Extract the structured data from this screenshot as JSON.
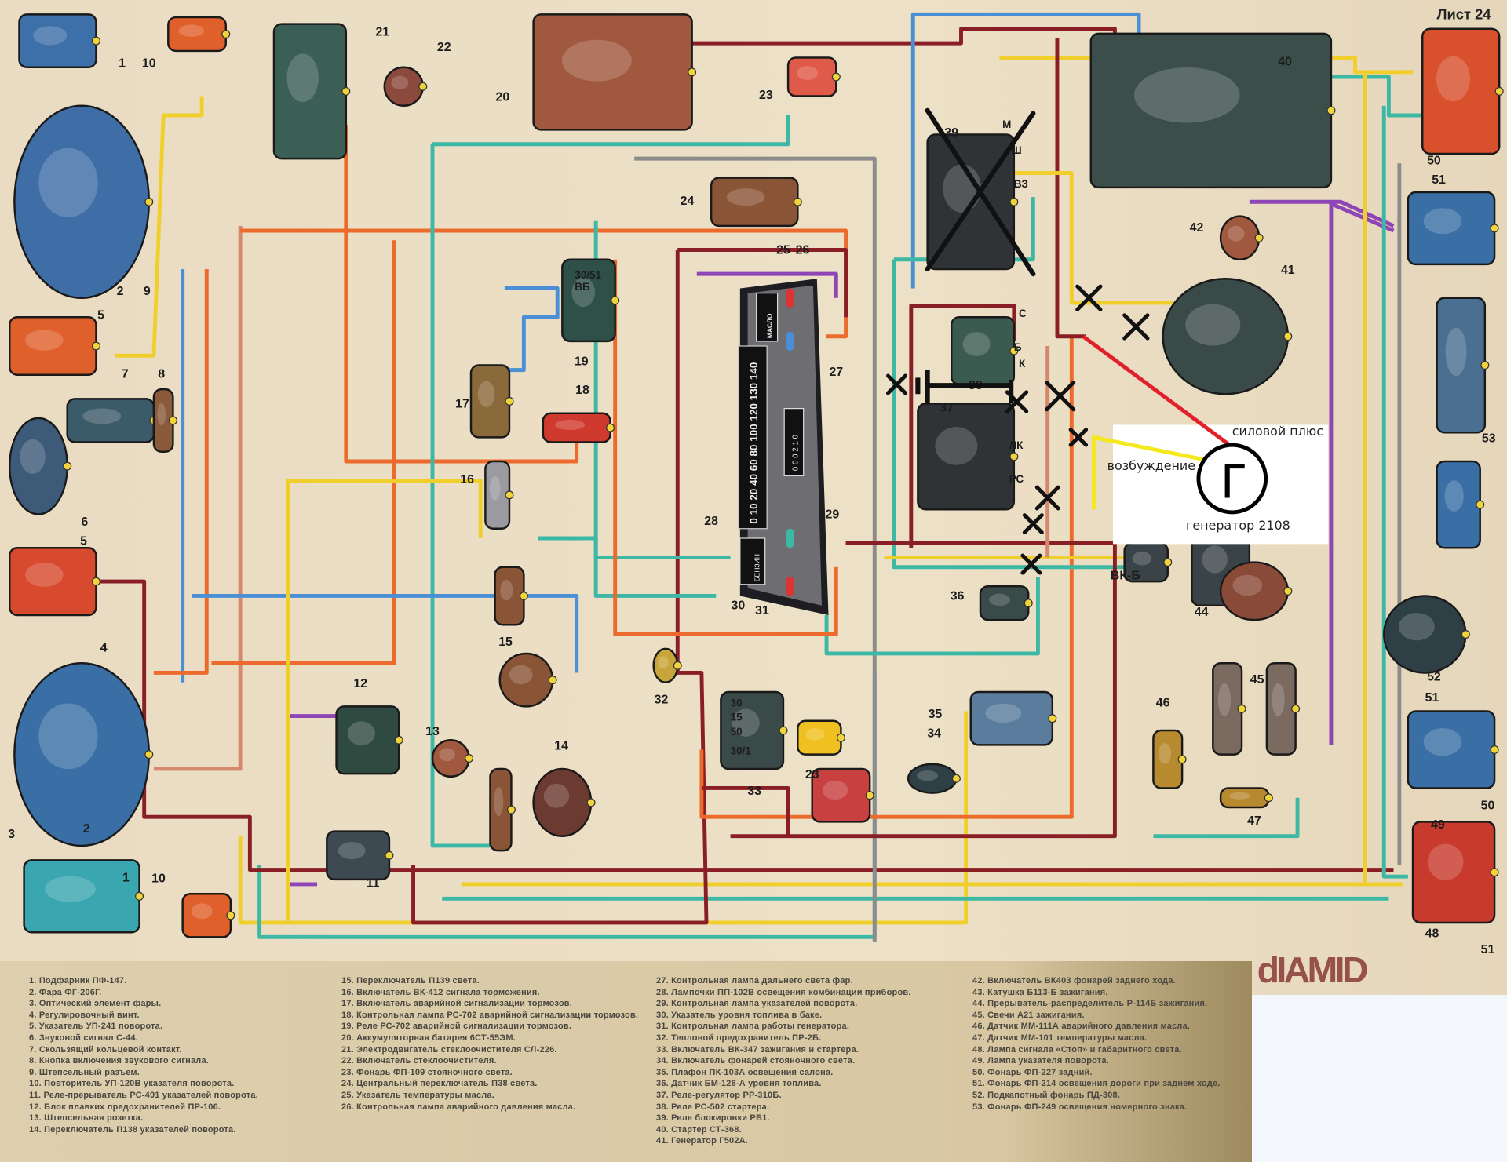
{
  "sheet_label": "Лист 24",
  "watermark": "dIAMID",
  "wire_colors": {
    "yellow": "#f0cf2c",
    "orange": "#ec6a2c",
    "darkred": "#8a1e26",
    "teal": "#3db8a4",
    "blue": "#4b8fd6",
    "purple": "#8e45b6",
    "tan": "#d4886c",
    "gray": "#8c8c8c"
  },
  "component_labels": [
    "1",
    "10",
    "2",
    "9",
    "5",
    "7",
    "8",
    "6",
    "5",
    "4",
    "3",
    "2",
    "1",
    "10",
    "21",
    "22",
    "20",
    "23",
    "24",
    "25",
    "26",
    "19",
    "17",
    "18",
    "16",
    "15",
    "12",
    "13",
    "14",
    "11",
    "27",
    "28",
    "29",
    "30",
    "31",
    "32",
    "33",
    "23",
    "34",
    "35",
    "36",
    "39",
    "38",
    "37",
    "40",
    "41",
    "42",
    "44",
    "45",
    "46",
    "47",
    "48",
    "49",
    "50",
    "51",
    "52",
    "53",
    "51",
    "50",
    "51",
    "ВК-Б"
  ],
  "terminal_labels": [
    "М",
    "Ш",
    "ВЗ",
    "С",
    "Б",
    "К",
    "ЛК",
    "РС",
    "30/51",
    "ВБ",
    "30",
    "15",
    "50",
    "30/1"
  ],
  "instrument_cluster": {
    "oil_gauge": "МАСЛО",
    "fuel_gauge": "БЕНЗИН",
    "speed_scale": "0 10 20 40 60 80 100 120 130 140",
    "odometer": "0 0 0 2 1 0"
  },
  "annotation": {
    "power_plus": "силовой плюс",
    "excitation": "возбуждение",
    "generator_symbol": "Г",
    "generator_name": "генератор 2108"
  },
  "legend": {
    "columns": [
      [
        "1. Подфарник ПФ-147.",
        "2. Фара ФГ-206Г.",
        "3. Оптический элемент фары.",
        "4. Регулировочный винт.",
        "5. Указатель УП-241 поворота.",
        "6. Звуковой сигнал С-44.",
        "7. Скользящий кольцевой контакт.",
        "8. Кнопка включения звукового сигнала.",
        "9. Штепсельный разъем.",
        "10. Повторитель УП-120В указателя поворота.",
        "11. Реле-прерыватель РС-491 указателей поворота.",
        "12. Блок плавких предохранителей ПР-106.",
        "13. Штепсельная розетка.",
        "14. Переключатель П138 указателей поворота."
      ],
      [
        "15. Переключатель П139 света.",
        "16. Включатель ВК-412 сигнала торможения.",
        "17. Включатель аварийной сигнализации тормозов.",
        "18. Контрольная лампа РС-702 аварийной сигнализации тормозов.",
        "19. Реле РС-702 аварийной сигнализации тормозов.",
        "20. Аккумуляторная батарея 6СТ-55ЭМ.",
        "21. Электродвигатель стеклоочистителя СЛ-226.",
        "22. Включатель стеклоочистителя.",
        "23. Фонарь ФП-109 стояночного света.",
        "24. Центральный переключатель П38 света.",
        "25. Указатель температуры масла.",
        "26. Контрольная лампа аварийного давления масла."
      ],
      [
        "27. Контрольная лампа дальнего света фар.",
        "28. Лампочки ПП-102В освещения комбинации приборов.",
        "29. Контрольная лампа указателей поворота.",
        "30. Указатель уровня топлива в баке.",
        "31. Контрольная лампа работы генератора.",
        "32. Тепловой предохранитель ПР-2Б.",
        "33. Включатель ВК-347 зажигания и стартера.",
        "34. Включатель фонарей стояночного света.",
        "35. Плафон ПК-103А освещения салона.",
        "36. Датчик БМ-128-А уровня топлива.",
        "37. Реле-регулятор РР-310Б.",
        "38. Реле РС-502 стартера.",
        "39. Реле блокировки РБ1.",
        "40. Стартер СТ-368.",
        "41. Генератор Г502А."
      ],
      [
        "42. Включатель ВК403 фонарей заднего хода.",
        "43. Катушка Б113-Б зажигания.",
        "44. Прерыватель-распределитель Р-114Б зажигания.",
        "45. Свечи А21 зажигания.",
        "46. Датчик ММ-111А аварийного давления масла.",
        "47. Датчик ММ-101 температуры масла.",
        "48. Лампа сигнала «Стоп» и габаритного света.",
        "49. Лампа указателя поворота.",
        "50. Фонарь ФП-227 задний.",
        "51. Фонарь ФП-214 освещения дороги при заднем ходе.",
        "52. Подкапотный фонарь ПД-308.",
        "53. Фонарь ФП-249 освещения номерного знака."
      ]
    ]
  }
}
